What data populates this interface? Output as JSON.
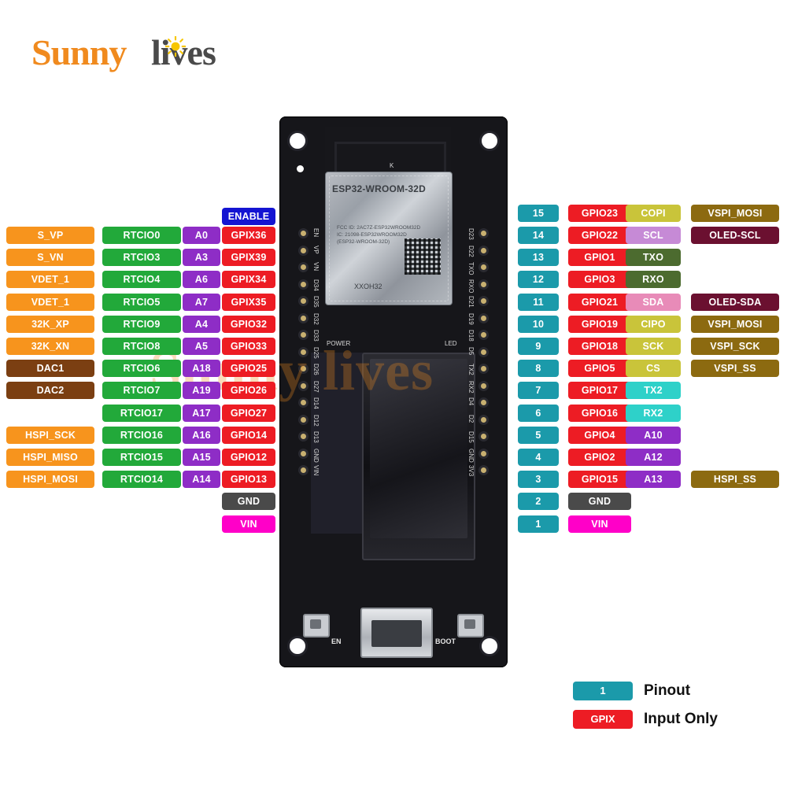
{
  "logo": {
    "part1": "Sunny",
    "part2": "lives",
    "sun_icon": "sun-icon"
  },
  "board": {
    "module_title": "ESP32-WROOM-32D",
    "module_sub": "FCC ID: 2AC7Z-ESP32WROOM32D\nIC: 21098-ESP32WROOM32D\n(ESP32-WROOM-32D)",
    "module_code": "XXOH32",
    "top_mark": "K",
    "power_label": "POWER",
    "led_label": "LED",
    "en_button": "EN",
    "boot_button": "BOOT",
    "watermark": "Sunny lives",
    "header_left_silk": [
      "EN",
      "VP",
      "VN",
      "D34",
      "D35",
      "D32",
      "D33",
      "D25",
      "D26",
      "D27",
      "D14",
      "D12",
      "D13",
      "GND",
      "VIN"
    ],
    "header_right_silk": [
      "D23",
      "D22",
      "TXO",
      "RXO",
      "D21",
      "D19",
      "D18",
      "D5",
      "TX2",
      "RX2",
      "D4",
      "D2",
      "D15",
      "GND",
      "3V3"
    ]
  },
  "left_pins": [
    {
      "c1": "S_VP",
      "c1c": "#F7941D",
      "c2": "RTCIO0",
      "c2c": "#22A93A",
      "c3": "A0",
      "c3c": "#8E2DC6",
      "c4": "GPIX36",
      "c4c": "#ED1C24"
    },
    {
      "c1": "S_VN",
      "c1c": "#F7941D",
      "c2": "RTCIO3",
      "c2c": "#22A93A",
      "c3": "A3",
      "c3c": "#8E2DC6",
      "c4": "GPIX39",
      "c4c": "#ED1C24"
    },
    {
      "c1": "VDET_1",
      "c1c": "#F7941D",
      "c2": "RTCIO4",
      "c2c": "#22A93A",
      "c3": "A6",
      "c3c": "#8E2DC6",
      "c4": "GPIX34",
      "c4c": "#ED1C24"
    },
    {
      "c1": "VDET_1",
      "c1c": "#F7941D",
      "c2": "RTCIO5",
      "c2c": "#22A93A",
      "c3": "A7",
      "c3c": "#8E2DC6",
      "c4": "GPIX35",
      "c4c": "#ED1C24"
    },
    {
      "c1": "32K_XP",
      "c1c": "#F7941D",
      "c2": "RTCIO9",
      "c2c": "#22A93A",
      "c3": "A4",
      "c3c": "#8E2DC6",
      "c4": "GPIO32",
      "c4c": "#ED1C24"
    },
    {
      "c1": "32K_XN",
      "c1c": "#F7941D",
      "c2": "RTCIO8",
      "c2c": "#22A93A",
      "c3": "A5",
      "c3c": "#8E2DC6",
      "c4": "GPIO33",
      "c4c": "#ED1C24"
    },
    {
      "c1": "DAC1",
      "c1c": "#7B3F12",
      "c2": "RTCIO6",
      "c2c": "#22A93A",
      "c3": "A18",
      "c3c": "#8E2DC6",
      "c4": "GPIO25",
      "c4c": "#ED1C24"
    },
    {
      "c1": "DAC2",
      "c1c": "#7B3F12",
      "c2": "RTCIO7",
      "c2c": "#22A93A",
      "c3": "A19",
      "c3c": "#8E2DC6",
      "c4": "GPIO26",
      "c4c": "#ED1C24"
    },
    {
      "c1": "",
      "c1c": "",
      "c2": "RTCIO17",
      "c2c": "#22A93A",
      "c3": "A17",
      "c3c": "#8E2DC6",
      "c4": "GPIO27",
      "c4c": "#ED1C24"
    },
    {
      "c1": "HSPI_SCK",
      "c1c": "#F7941D",
      "c2": "RTCIO16",
      "c2c": "#22A93A",
      "c3": "A16",
      "c3c": "#8E2DC6",
      "c4": "GPIO14",
      "c4c": "#ED1C24"
    },
    {
      "c1": "HSPI_MISO",
      "c1c": "#F7941D",
      "c2": "RTCIO15",
      "c2c": "#22A93A",
      "c3": "A15",
      "c3c": "#8E2DC6",
      "c4": "GPIO12",
      "c4c": "#ED1C24"
    },
    {
      "c1": "HSPI_MOSI",
      "c1c": "#F7941D",
      "c2": "RTCIO14",
      "c2c": "#22A93A",
      "c3": "A14",
      "c3c": "#8E2DC6",
      "c4": "GPIO13",
      "c4c": "#ED1C24"
    },
    {
      "c1": "",
      "c1c": "",
      "c2": "",
      "c2c": "",
      "c3": "",
      "c3c": "",
      "c4": "GND",
      "c4c": "#4A4A4A"
    },
    {
      "c1": "",
      "c1c": "",
      "c2": "",
      "c2c": "",
      "c3": "",
      "c3c": "",
      "c4": "VIN",
      "c4c": "#FF00C8"
    }
  ],
  "enable_pin": {
    "label": "ENABLE",
    "color": "#1414D2"
  },
  "right_pins": [
    {
      "num": "15",
      "numc": "#1B9AAA",
      "c2": "GPIO23",
      "c2c": "#ED1C24",
      "c3": "COPI",
      "c3c": "#C9C43A",
      "c4": "VSPI_MOSI",
      "c4c": "#8C6A10"
    },
    {
      "num": "14",
      "numc": "#1B9AAA",
      "c2": "GPIO22",
      "c2c": "#ED1C24",
      "c3": "SCL",
      "c3c": "#C68AD6",
      "c4": "OLED-SCL",
      "c4c": "#6B1030"
    },
    {
      "num": "13",
      "numc": "#1B9AAA",
      "c2": "GPIO1",
      "c2c": "#ED1C24",
      "c3": "TXO",
      "c3c": "#4C6B2F",
      "c4": "",
      "c4c": ""
    },
    {
      "num": "12",
      "numc": "#1B9AAA",
      "c2": "GPIO3",
      "c2c": "#ED1C24",
      "c3": "RXO",
      "c3c": "#4C6B2F",
      "c4": "",
      "c4c": ""
    },
    {
      "num": "11",
      "numc": "#1B9AAA",
      "c2": "GPIO21",
      "c2c": "#ED1C24",
      "c3": "SDA",
      "c3c": "#E88BB8",
      "c4": "OLED-SDA",
      "c4c": "#6B1030"
    },
    {
      "num": "10",
      "numc": "#1B9AAA",
      "c2": "GPIO19",
      "c2c": "#ED1C24",
      "c3": "CIPO",
      "c3c": "#C9C43A",
      "c4": "VSPI_MOSI",
      "c4c": "#8C6A10"
    },
    {
      "num": "9",
      "numc": "#1B9AAA",
      "c2": "GPIO18",
      "c2c": "#ED1C24",
      "c3": "SCK",
      "c3c": "#C9C43A",
      "c4": "VSPI_SCK",
      "c4c": "#8C6A10"
    },
    {
      "num": "8",
      "numc": "#1B9AAA",
      "c2": "GPIO5",
      "c2c": "#ED1C24",
      "c3": "CS",
      "c3c": "#C9C43A",
      "c4": "VSPI_SS",
      "c4c": "#8C6A10"
    },
    {
      "num": "7",
      "numc": "#1B9AAA",
      "c2": "GPIO17",
      "c2c": "#ED1C24",
      "c3": "TX2",
      "c3c": "#2ED1C9",
      "c4": "",
      "c4c": ""
    },
    {
      "num": "6",
      "numc": "#1B9AAA",
      "c2": "GPIO16",
      "c2c": "#ED1C24",
      "c3": "RX2",
      "c3c": "#2ED1C9",
      "c4": "",
      "c4c": ""
    },
    {
      "num": "5",
      "numc": "#1B9AAA",
      "c2": "GPIO4",
      "c2c": "#ED1C24",
      "c3": "A10",
      "c3c": "#8E2DC6",
      "c4": "",
      "c4c": ""
    },
    {
      "num": "4",
      "numc": "#1B9AAA",
      "c2": "GPIO2",
      "c2c": "#ED1C24",
      "c3": "A12",
      "c3c": "#8E2DC6",
      "c4": "",
      "c4c": ""
    },
    {
      "num": "3",
      "numc": "#1B9AAA",
      "c2": "GPIO15",
      "c2c": "#ED1C24",
      "c3": "A13",
      "c3c": "#8E2DC6",
      "c4": "HSPI_SS",
      "c4c": "#8C6A10"
    },
    {
      "num": "2",
      "numc": "#1B9AAA",
      "c2": "GND",
      "c2c": "#4A4A4A",
      "c3": "",
      "c3c": "",
      "c4": "",
      "c4c": ""
    },
    {
      "num": "1",
      "numc": "#1B9AAA",
      "c2": "VIN",
      "c2c": "#FF00C8",
      "c3": "",
      "c3c": "",
      "c4": "",
      "c4c": ""
    }
  ],
  "legend": [
    {
      "chip": "1",
      "chipc": "#1B9AAA",
      "text": "Pinout"
    },
    {
      "chip": "GPIX",
      "chipc": "#ED1C24",
      "text": "Input Only"
    }
  ]
}
